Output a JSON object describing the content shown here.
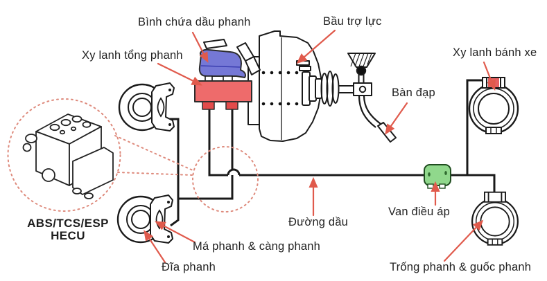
{
  "diagram": {
    "labels": {
      "reservoir": "Bình chứa dầu phanh",
      "booster": "Bầu trợ lực",
      "master_cylinder": "Xy lanh tổng phanh",
      "wheel_cylinder": "Xy lanh bánh xe",
      "pedal": "Bàn đạp",
      "oil_line": "Đường dầu",
      "valve": "Van điều áp",
      "pads_caliper": "Má phanh & càng phanh",
      "disc": "Đĩa phanh",
      "drum_shoes": "Trống phanh & guốc phanh",
      "abs_line1": "ABS/TCS/ESP",
      "abs_line2": "HECU"
    },
    "colors": {
      "reservoir_fill": "#7578d6",
      "reservoir_line": "#3a3db0",
      "master_cylinder_fill": "#ee6b6b",
      "master_cylinder_port_fill": "#e34b4b",
      "valve_fill": "#90d88c",
      "wheel_cylinder_fill": "#e66060",
      "leader": "#e05a4c",
      "dotted": "#de8a7c",
      "line": "#1a1a1a",
      "text": "#222222"
    }
  }
}
